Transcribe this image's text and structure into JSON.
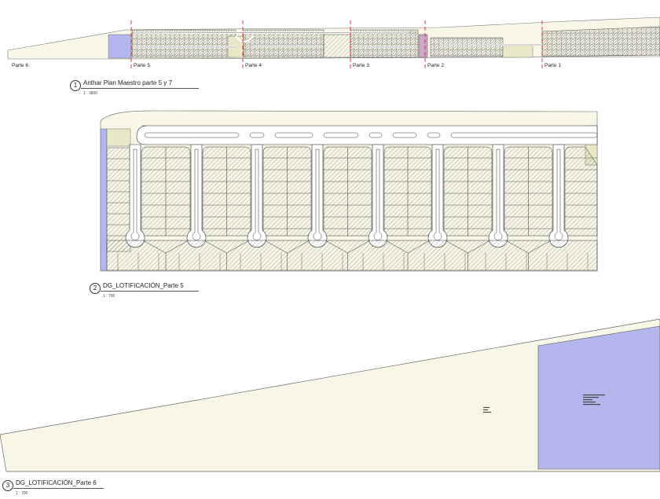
{
  "views": [
    {
      "number": "1",
      "title": "Anthar Plan Maestro parte 5 y 7",
      "scale": "1 : 3800",
      "part_labels": [
        "Parte 6",
        "Parte 5",
        "Parte 4",
        "Parte 3",
        "Parte 2",
        "Parte 1"
      ]
    },
    {
      "number": "2",
      "title": "DG_LOTIFICACIÓN_Parte 5",
      "scale": "1 : 700"
    },
    {
      "number": "3",
      "title": "DG_LOTIFICACIÓN_Parte 6",
      "scale": "1 : 700"
    }
  ],
  "colors": {
    "land": "#f7f6e7",
    "reserve": "#b4b6ee",
    "green_area": "#e8e8c6",
    "accent_block": "#c9a8c8",
    "cut_line": "#e0242a",
    "hatch": "#555555"
  }
}
